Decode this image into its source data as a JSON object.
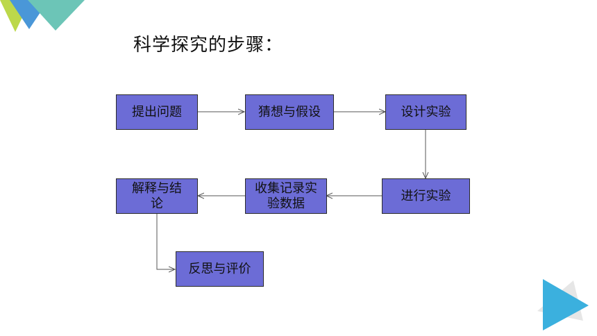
{
  "title": "科学探究的步骤：",
  "steps": [
    {
      "label": "提出问题"
    },
    {
      "label": "猜想与假设"
    },
    {
      "label": "设计实验"
    },
    {
      "label": "进行实验"
    },
    {
      "label": "收集记录实验数据"
    },
    {
      "label": "解释与结论"
    },
    {
      "label": "反思与评价"
    }
  ],
  "colors": {
    "box_fill": "#6c6cd6",
    "accent_teal": "#6cc5b7",
    "accent_blue": "#4a97d8",
    "accent_lime": "#bcd84a",
    "play_blue": "#3bb0de"
  },
  "icons": [
    "corner-triangles-icon",
    "play-triangle-icon"
  ]
}
